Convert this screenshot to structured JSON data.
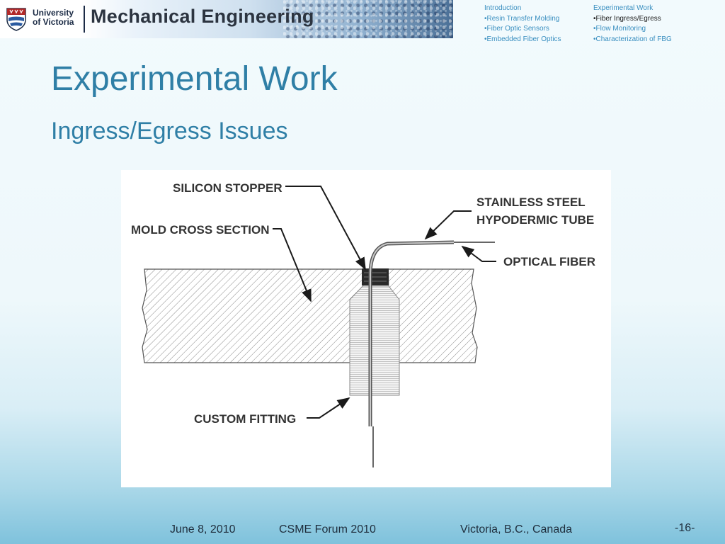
{
  "header": {
    "university_line1": "University",
    "university_line2": "of Victoria",
    "department": "Mechanical Engineering"
  },
  "nav": {
    "col1": [
      "Introduction",
      "•Resin Transfer Molding",
      "•Fiber Optic Sensors",
      "•Embedded Fiber Optics"
    ],
    "col2": [
      "Experimental Work",
      "•Fiber Ingress/Egress",
      "•Flow Monitoring",
      "•Characterization of FBG"
    ],
    "current_item": "•Fiber Ingress/Egress",
    "colors": {
      "link": "#3a8fc0",
      "current": "#1a1a1a"
    }
  },
  "slide": {
    "title": "Experimental Work",
    "subtitle": "Ingress/Egress Issues"
  },
  "figure": {
    "labels": {
      "silicon_stopper": "SILICON STOPPER",
      "mold_cross_section": "MOLD CROSS SECTION",
      "stainless_steel_line1": "STAINLESS STEEL",
      "stainless_steel_line2": "HYPODERMIC TUBE",
      "optical_fiber": "OPTICAL FIBER",
      "custom_fitting": "CUSTOM FITTING"
    }
  },
  "footer": {
    "date": "June 8, 2010",
    "event": "CSME Forum 2010",
    "location": "Victoria, B.C., Canada",
    "page": "-16-"
  },
  "colors": {
    "title": "#2f7fa6"
  }
}
